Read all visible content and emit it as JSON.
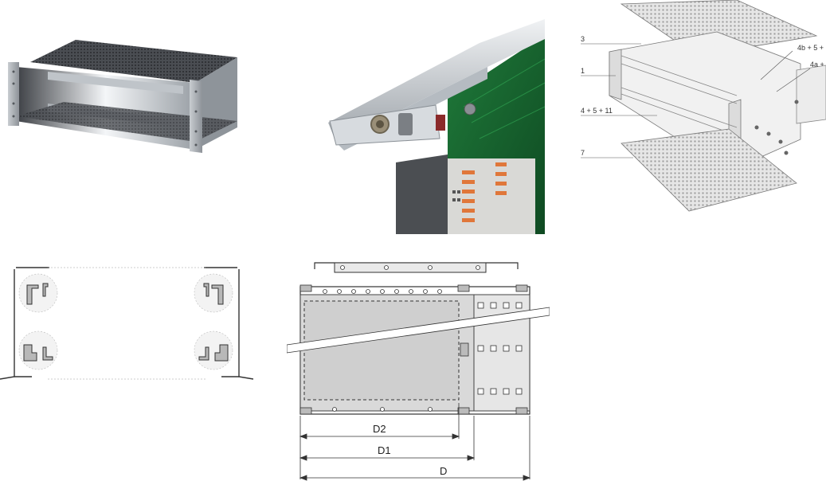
{
  "explode": {
    "labels": [
      "1",
      "3",
      "4 + 5 + 11",
      "7",
      "4b + 5 +",
      "4a +"
    ]
  },
  "dimensions": {
    "d2": "D2",
    "d1": "D1",
    "d": "D"
  }
}
